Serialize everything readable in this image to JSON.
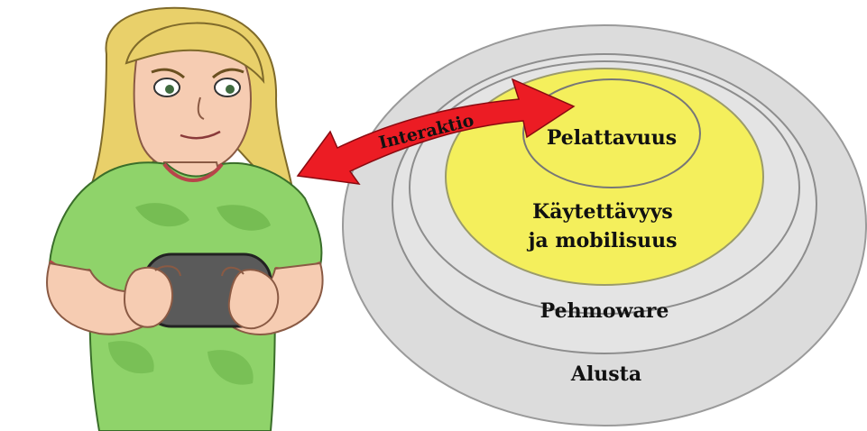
{
  "diagram": {
    "layers": [
      {
        "id": "alusta",
        "label": "Alusta",
        "fill": "#dcdcdc",
        "stroke": "#9a9a9a"
      },
      {
        "id": "pehmoware",
        "label": "Pehmoware",
        "fill": "#e4e4e4",
        "stroke": "#8d8d8d"
      },
      {
        "id": "kaytettavyys",
        "label_line1": "Käytettävyys",
        "label_line2": "ja mobilisuus",
        "fill": "#f4ef5c",
        "stroke": "#9b9b6a"
      },
      {
        "id": "pelattavuus",
        "label": "Pelattavuus",
        "fill": "#f4ef5c",
        "stroke": "#777777"
      }
    ],
    "arrow": {
      "label": "Interaktio",
      "color": "#ec1c24"
    }
  },
  "illustration": {
    "hair_color": "#e9d06a",
    "shirt_color": "#8fd36a",
    "skin_color": "#f6ccb2",
    "device_color": "#5a5a5a"
  }
}
